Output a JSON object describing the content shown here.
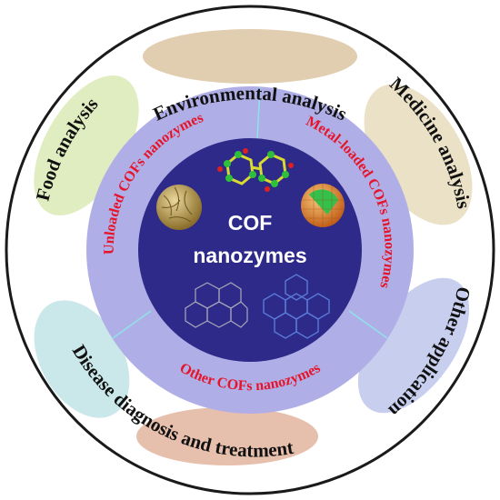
{
  "center": {
    "line1": "COF",
    "line2": "nanozymes"
  },
  "inner_ring": {
    "unloaded": "Unloaded COFs nanozymes",
    "metal_loaded": "Metal-loaded COFs nanozymes",
    "other": "Other COFs nanozymes"
  },
  "outer_ring": {
    "environmental": "Environmental analysis",
    "medicine": "Medicine analysis",
    "other_application": "Other application",
    "disease": "Disease diagnosis and treatment",
    "food": "Food analysis"
  },
  "colors": {
    "core": "#2e2a8a",
    "inner_ring": "#b0aee6",
    "inner_text": "#e6142a",
    "outer_text": "#111111",
    "outline": "#1a1a1a"
  },
  "icons": [
    "cof-framework-icon",
    "nanosphere-icon",
    "metal-loaded-sphere-icon",
    "honeycomb-lattice-icon",
    "porous-crystal-icon"
  ]
}
